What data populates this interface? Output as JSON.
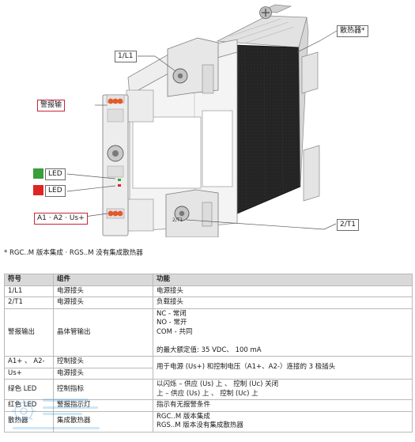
{
  "callouts": {
    "l1": "1/L1",
    "alarm": "警报输",
    "heatsink": "散热器*",
    "led_green": "LED",
    "led_red": "LED",
    "a1": "A1 · A2 · Us+",
    "t1": "2/T1"
  },
  "relay": {
    "bottom_mark": "2/T1"
  },
  "colors": {
    "led_green": "#3a9e3a",
    "led_red": "#e02424",
    "callout_red": "#c9243a",
    "heatsink": "#1f1f1f",
    "terminal_orange": "#e35a2a",
    "table_header": "#d9d9d9",
    "watermark": "#2f8fd6"
  },
  "footnote": "* RGC..M 版本集成 · RGS..M 没有集成散热器",
  "table": {
    "headers": [
      "符号",
      "组件",
      "功能"
    ],
    "rows": [
      {
        "symbol": "1/L1",
        "component": "电源接头",
        "function": [
          "电源接头"
        ]
      },
      {
        "symbol": "2/T1",
        "component": "电源接头",
        "function": [
          "负载接头"
        ]
      },
      {
        "symbol": "警报输出",
        "component": "晶体管输出",
        "function": [
          "NC - 常闭",
          "NO - 常开",
          "COM - 共同",
          "",
          "的最大额定值: 35 VDC、 100 mA"
        ]
      },
      {
        "symbol": "A1+ 、 A2-",
        "component": "控制接头",
        "function": [
          "用于电源 (Us+) 和控制电压（A1+、A2-）连接的 3 极插头"
        ]
      },
      {
        "symbol": "Us+",
        "component": "电源接头",
        "function": []
      },
      {
        "symbol": "绿色 LED",
        "component": "控制指标",
        "function": [
          "以闪烁 – 供应 (Us) 上 、 控制 (Uc) 关闭",
          "上 – 供应 (Us) 上 、 控制 (Uc) 上"
        ]
      },
      {
        "symbol": "红色 LED",
        "component": "警报指示灯",
        "function": [
          "指示有无报警条件"
        ]
      },
      {
        "symbol": "散热器",
        "component": "集成散热器",
        "function": [
          "RGC..M 版本集成",
          "RGS..M 版本没有集成散热器"
        ]
      }
    ]
  },
  "watermark": {
    "brand": "工博士",
    "tagline": "智能制造平台",
    "url": "www.gongboshi.com"
  }
}
